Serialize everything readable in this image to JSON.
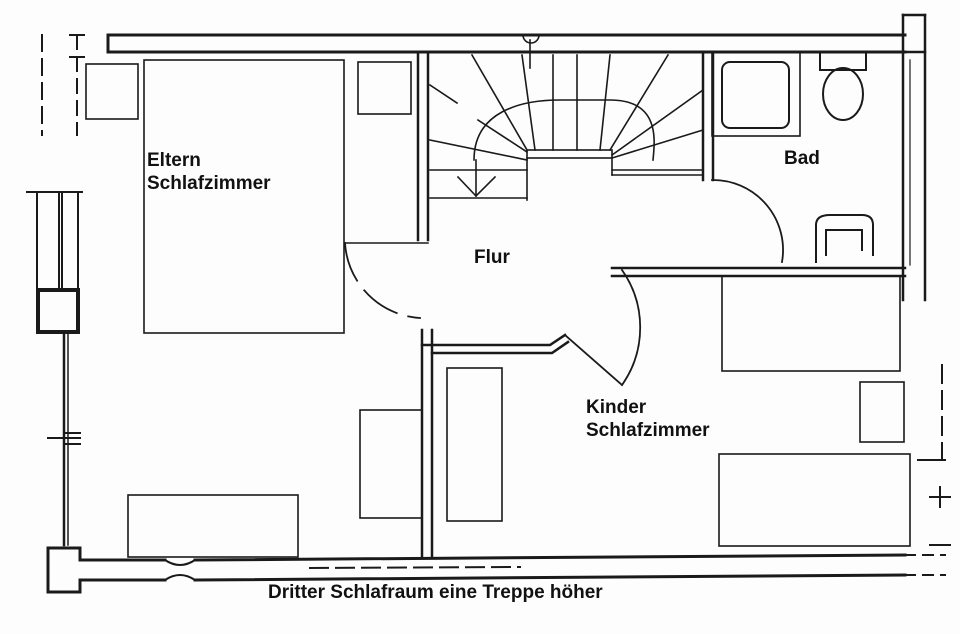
{
  "plan": {
    "type": "floor-plan",
    "rooms": [
      {
        "id": "eltern",
        "line1": "Eltern",
        "line2": "Schlafzimmer"
      },
      {
        "id": "bad",
        "line1": "Bad"
      },
      {
        "id": "flur",
        "line1": "Flur"
      },
      {
        "id": "kinder",
        "line1": "Kinder",
        "line2": "Schlafzimmer"
      }
    ],
    "footer_note": "Dritter Schlafraum eine Treppe höher",
    "colors": {
      "line": "#1a1a1a",
      "background": "#fdfdfd"
    }
  }
}
